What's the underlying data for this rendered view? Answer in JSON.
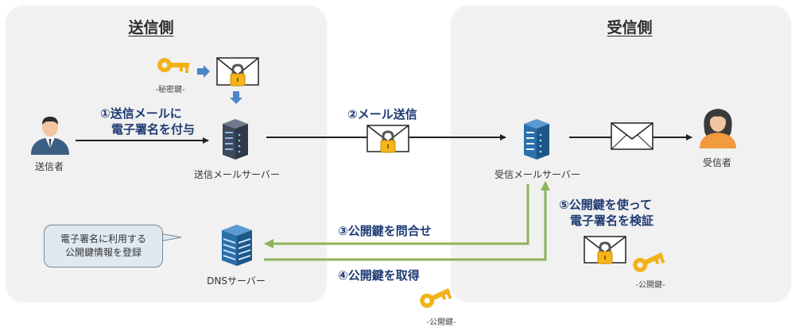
{
  "panels": {
    "sender_title": "送信側",
    "receiver_title": "受信側"
  },
  "labels": {
    "sender": "送信者",
    "receiver": "受信者",
    "sending_server": "送信メールサーバー",
    "receiving_server": "受信メールサーバー",
    "dns_server": "DNSサーバー",
    "private_key": "-秘密鍵-",
    "public_key_verify": "-公開鍵-",
    "public_key_fetch": "-公開鍵-"
  },
  "steps": {
    "step1_line1": "①送信メールに",
    "step1_line2": "電子署名を付与",
    "step2": "②メール送信",
    "step3": "③公開鍵を問合せ",
    "step4": "④公開鍵を取得",
    "step5_line1": "⑤公開鍵を使って",
    "step5_line2": "電子署名を検証"
  },
  "callout": {
    "text": "電子署名に利用する\n公開鍵情報を登録"
  },
  "colors": {
    "panel_bg": "#f1f1f1",
    "step_text": "#1f3b73",
    "key_gold": "#f2b21a",
    "arrow_green": "#8db35a",
    "arrow_blue": "#4a86c8",
    "lock_gold": "#f4b41a",
    "server_dark": "#3d4a5c",
    "server_blue": "#2a6fa8"
  },
  "icons": {
    "sender": "businessman-icon",
    "receiver": "woman-icon",
    "key": "key-icon",
    "envelope": "envelope-icon",
    "locked_envelope": "locked-envelope-icon",
    "server": "server-icon",
    "dns": "dns-server-icon"
  }
}
